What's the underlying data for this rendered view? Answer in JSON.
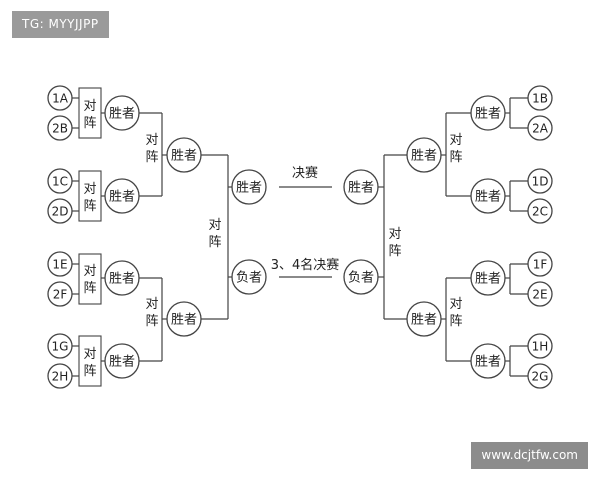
{
  "watermark_top": "TG: MYYJJPP",
  "watermark_bottom": "www.dcjtfw.com",
  "vs_char_1": "对",
  "vs_char_2": "阵",
  "label_final": "决赛",
  "label_third": "3、4名决赛",
  "left_seeds": [
    [
      "1A",
      "2B"
    ],
    [
      "1C",
      "2D"
    ],
    [
      "1E",
      "2F"
    ],
    [
      "1G",
      "2H"
    ]
  ],
  "right_seeds": [
    [
      "1B",
      "2A"
    ],
    [
      "1D",
      "2C"
    ],
    [
      "1F",
      "2E"
    ],
    [
      "1H",
      "2G"
    ]
  ],
  "r1_winner": "胜者",
  "r2_winner": "胜者",
  "semi_winner": "胜者",
  "semi_loser": "负者"
}
